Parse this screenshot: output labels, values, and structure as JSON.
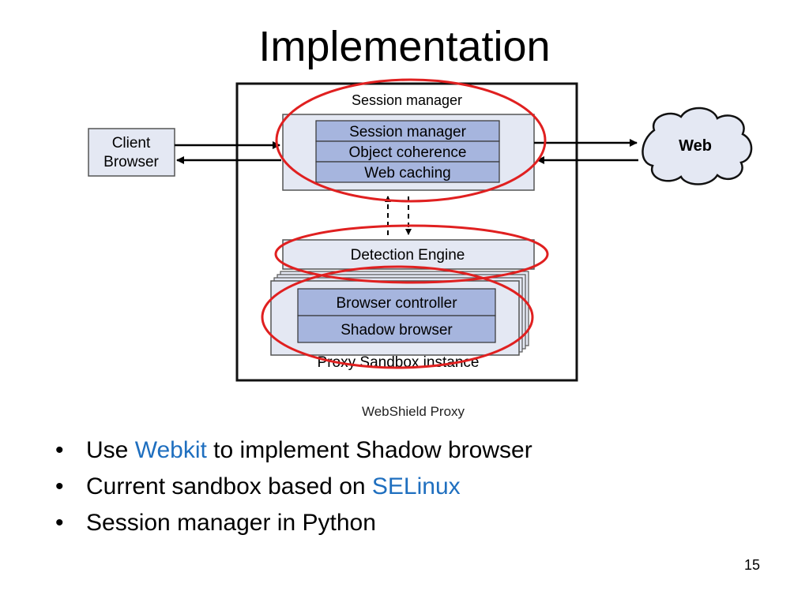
{
  "slide": {
    "title": "Implementation",
    "page_number": "15"
  },
  "diagram": {
    "proxy_top_label": "Session manager",
    "client_label_line1": "Client",
    "client_label_line2": "Browser",
    "web_label": "Web",
    "session_layers": [
      "Session manager",
      "Object coherence",
      "Web caching"
    ],
    "detection_engine": "Detection Engine",
    "sandbox_layers": [
      "Browser controller",
      "Shadow browser"
    ],
    "sandbox_label": "Proxy Sandbox instance",
    "proxy_caption": "WebShield Proxy"
  },
  "bullets": [
    {
      "pre": "Use ",
      "highlight": "Webkit",
      "post": " to implement Shadow browser"
    },
    {
      "pre": "Current sandbox based on ",
      "highlight": "SELinux",
      "post": ""
    },
    {
      "pre": "Session manager in Python",
      "highlight": "",
      "post": ""
    }
  ],
  "colors": {
    "highlight_text": "#1f6fbf",
    "ellipse_stroke": "#e02020",
    "panel_fill": "#e4e8f3",
    "layer_fill": "#a6b5de"
  },
  "icons": {
    "bullet": "•"
  }
}
